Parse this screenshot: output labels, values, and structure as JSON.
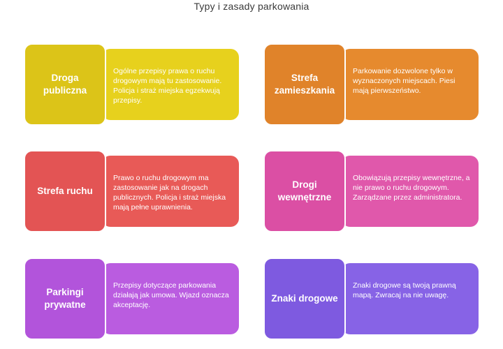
{
  "title": "Typy i zasady parkowania",
  "cards": [
    {
      "label": "Droga\npubliczna",
      "description": "Ogólne przepisy prawa o ruchu drogowym mają tu zastosowanie. Policja i straż miejska egzekwują przepisy.",
      "label_color": "#DCC418",
      "desc_color": "#E7D11D"
    },
    {
      "label": "Strefa\nzamieszkania",
      "description": "Parkowanie dozwolone tylko w wyznaczonych miejscach. Piesi mają pierwszeństwo.",
      "label_color": "#E0832A",
      "desc_color": "#E68A2E"
    },
    {
      "label": "Strefa ruchu",
      "description": "Prawo o ruchu drogowym ma zastosowanie jak na drogach publicznych. Policja i straż miejska mają pełne uprawnienia.",
      "label_color": "#E35454",
      "desc_color": "#E85A57"
    },
    {
      "label": "Drogi\nwewnętrzne",
      "description": "Obowiązują przepisy wewnętrzne, a nie prawo o ruchu drogowym. Zarządzane przez administratora.",
      "label_color": "#DB4FA4",
      "desc_color": "#E058AB"
    },
    {
      "label": "Parkingi\nprywatne",
      "description": "Przepisy dotyczące parkowania działają jak umowa. Wjazd oznacza akceptację.",
      "label_color": "#B254DB",
      "desc_color": "#BA5CE0"
    },
    {
      "label": "Znaki drogowe",
      "description": "Znaki drogowe są twoją prawną mapą. Zwracaj na nie uwagę.",
      "label_color": "#7E5AE0",
      "desc_color": "#8763E6"
    }
  ]
}
